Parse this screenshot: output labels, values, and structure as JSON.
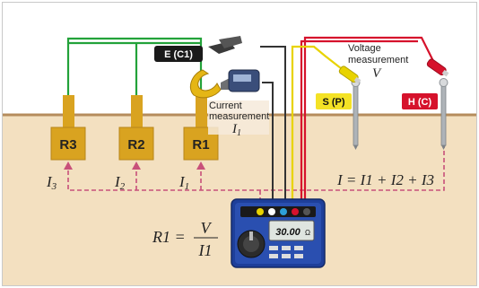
{
  "labels": {
    "e_c1": "E (C1)",
    "s_p": "S (P)",
    "h_c": "H (C)",
    "r3": "R3",
    "r2": "R2",
    "r1": "R1",
    "voltage_line1": "Voltage",
    "voltage_line2": "measurement",
    "voltage_symbol": "V",
    "current_line1": "Current",
    "current_line2": "measurement",
    "current_symbol": "I",
    "current_symbol_sub": "1"
  },
  "currents": {
    "i3": {
      "main": "I",
      "sub": "3"
    },
    "i2": {
      "main": "I",
      "sub": "2"
    },
    "i1": {
      "main": "I",
      "sub": "1"
    }
  },
  "equations": {
    "total_current": "I = I1 + I2 + I3",
    "r1_lhs": "R1 =",
    "r1_num": "V",
    "r1_den": "I1"
  },
  "meter": {
    "display": "30.00",
    "display_unit": "Ω"
  },
  "colors": {
    "ground_fill": "#f2dfbf",
    "ground_line": "#b48a5a",
    "electrode_gold": "#d9a320",
    "green_wire": "#23a23a",
    "red_wire": "#d6122c",
    "yellow_wire": "#e8d300",
    "dark_wire": "#333333",
    "pink_dash": "#c8507a",
    "meter_blue": "#1e3f9a"
  }
}
